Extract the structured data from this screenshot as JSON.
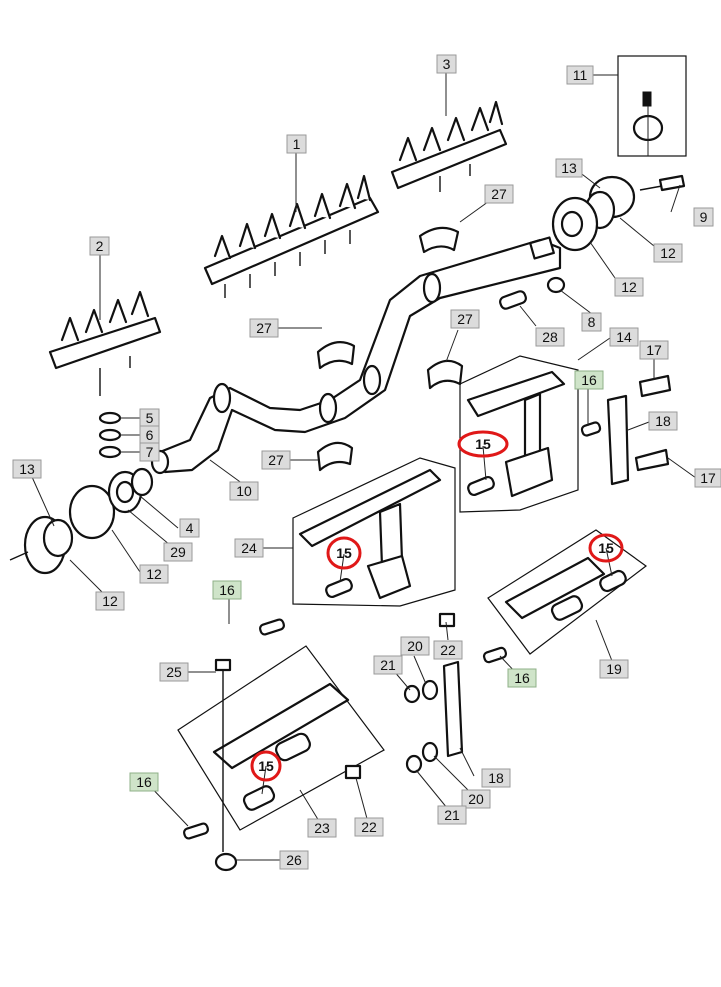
{
  "callouts": {
    "c1": "1",
    "c2": "2",
    "c3": "3",
    "c4": "4",
    "c5": "5",
    "c6": "6",
    "c7": "7",
    "c8": "8",
    "c9": "9",
    "c10": "10",
    "c11": "11",
    "c12a": "12",
    "c12b": "12",
    "c12c": "12",
    "c12d": "12",
    "c13a": "13",
    "c13b": "13",
    "c14": "14",
    "c16a": "16",
    "c16b": "16",
    "c16c": "16",
    "c16d": "16",
    "c17a": "17",
    "c17b": "17",
    "c18a": "18",
    "c18b": "18",
    "c19": "19",
    "c20a": "20",
    "c20b": "20",
    "c21a": "21",
    "c21b": "21",
    "c22a": "22",
    "c22b": "22",
    "c23": "23",
    "c24": "24",
    "c25": "25",
    "c26": "26",
    "c27a": "27",
    "c27b": "27",
    "c27c": "27",
    "c27d": "27",
    "c28": "28",
    "c29": "29"
  },
  "highlights": {
    "h15a": "15",
    "h15b": "15",
    "h15c": "15",
    "h15d": "15"
  },
  "colors": {
    "highlight_ring": "#e01818",
    "green_label": "#cfe4c9",
    "gray_label": "#dcdcdc"
  }
}
